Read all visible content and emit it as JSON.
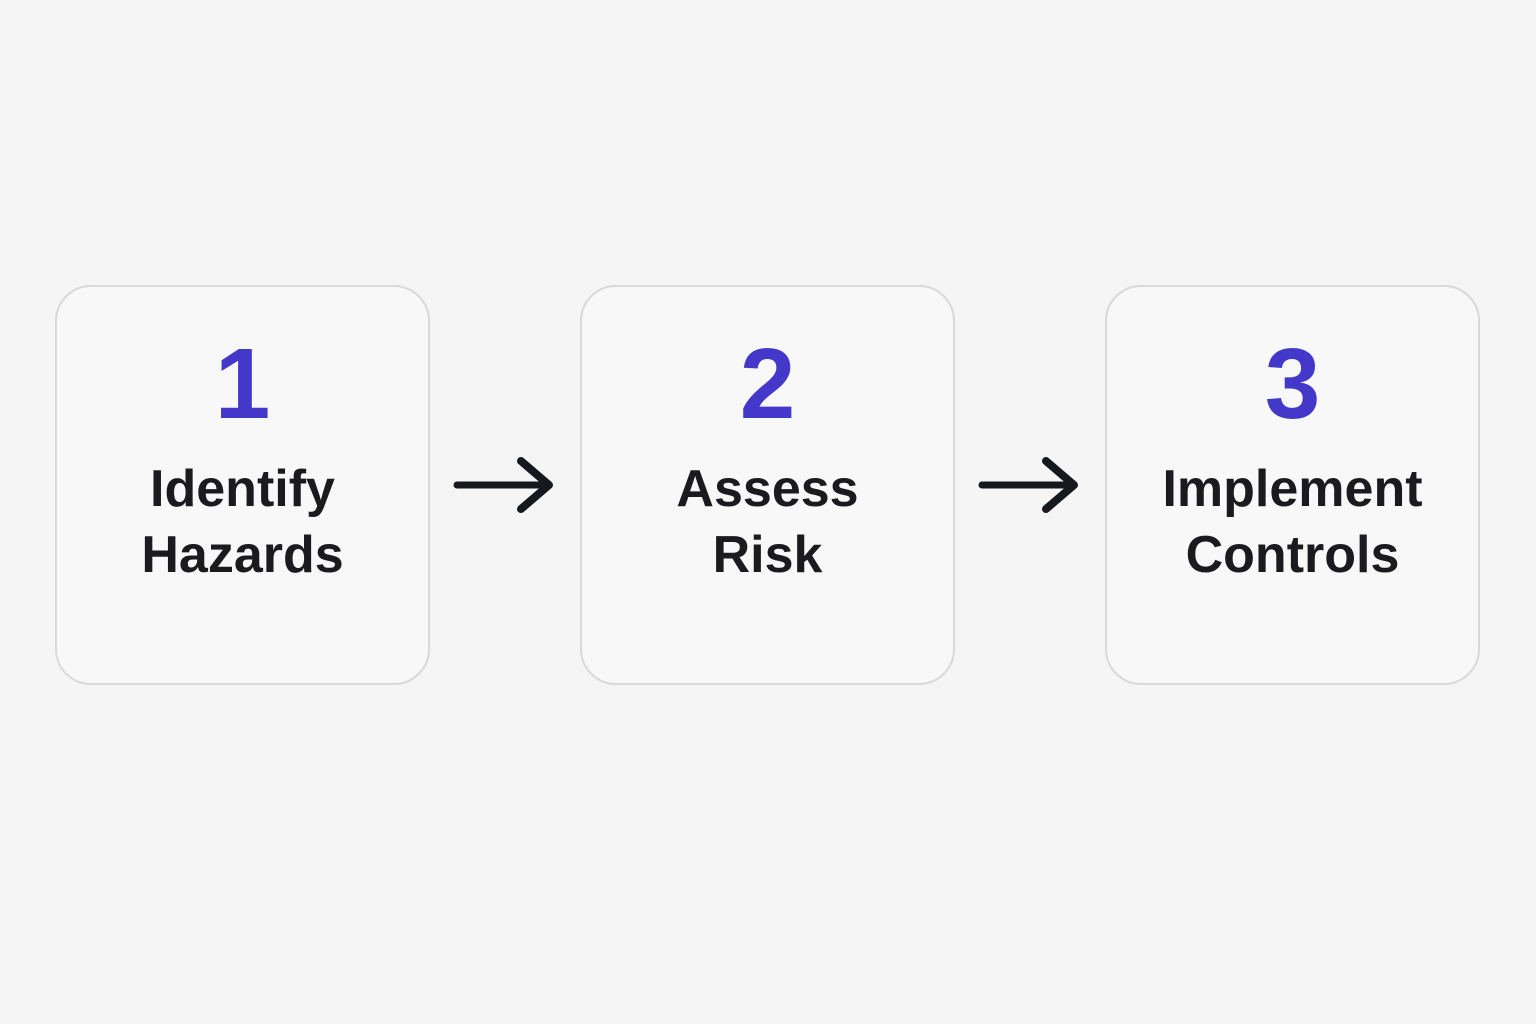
{
  "diagram": {
    "steps": [
      {
        "number": "1",
        "label": "Identify Hazards"
      },
      {
        "number": "2",
        "label": "Assess Risk"
      },
      {
        "number": "3",
        "label": "Implement Controls"
      }
    ],
    "connector_icon": "arrow-right-icon",
    "colors": {
      "accent_number": "#4338ca",
      "label_text": "#1b1b1f",
      "arrow": "#15181d",
      "card_background": "#f8f8f9",
      "card_border": "#d9d9db",
      "page_background": "#f5f5f6"
    }
  }
}
